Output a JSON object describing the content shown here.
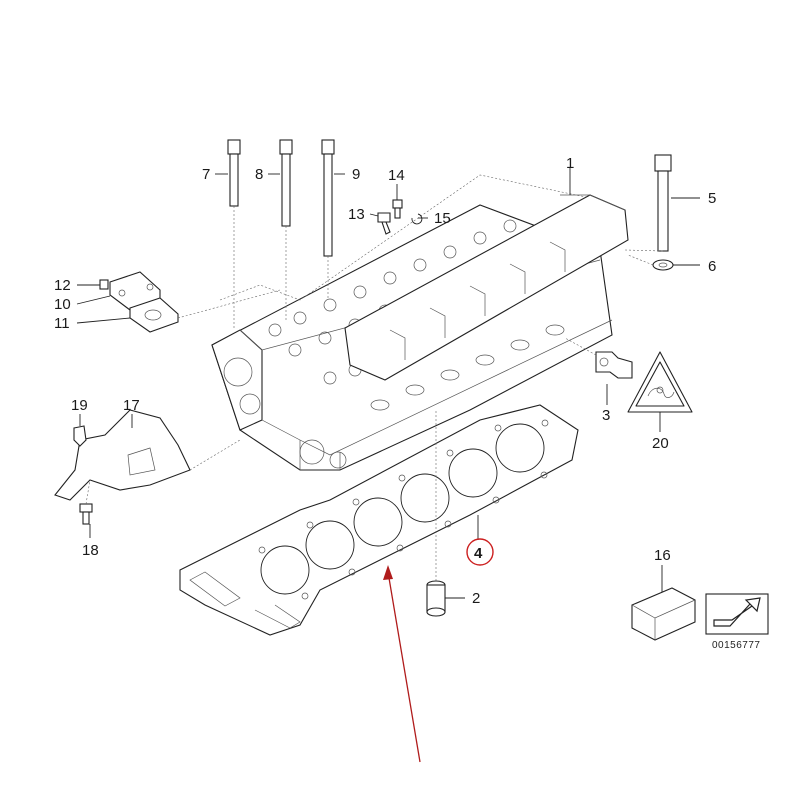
{
  "diagram": {
    "part_numbers": {
      "p1": "1",
      "p2": "2",
      "p3": "3",
      "p4": "4",
      "p5": "5",
      "p6": "6",
      "p7": "7",
      "p8": "8",
      "p9": "9",
      "p10": "10",
      "p11": "11",
      "p12": "12",
      "p13": "13",
      "p14": "14",
      "p15": "15",
      "p16": "16",
      "p17": "17",
      "p18": "18",
      "p19": "19",
      "p20": "20"
    },
    "drawing_code": "00156777",
    "highlighted_part": "4",
    "highlight_color": "#cc1f1f",
    "arrow_color": "#b01c1c",
    "line_color": "#222222"
  }
}
